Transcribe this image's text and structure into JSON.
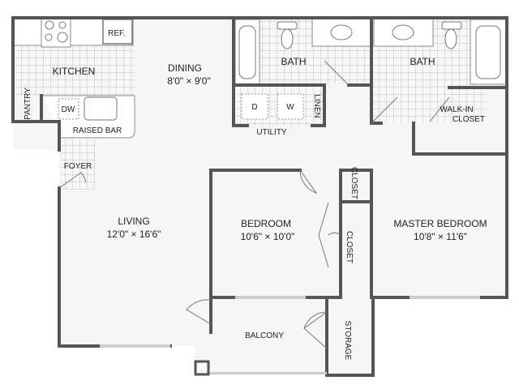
{
  "plan": {
    "rooms": [
      {
        "id": "kitchen",
        "name": "KITCHEN",
        "dims": ""
      },
      {
        "id": "dining",
        "name": "DINING",
        "dims": "8'0\" × 9'0\""
      },
      {
        "id": "living",
        "name": "LIVING",
        "dims": "12'0\" × 16'6\""
      },
      {
        "id": "bedroom",
        "name": "BEDROOM",
        "dims": "10'6\" × 10'0\""
      },
      {
        "id": "master",
        "name": "MASTER BEDROOM",
        "dims": "10'8\" × 11'6\""
      },
      {
        "id": "bath1",
        "name": "BATH",
        "dims": ""
      },
      {
        "id": "bath2",
        "name": "BATH",
        "dims": ""
      },
      {
        "id": "balcony",
        "name": "BALCONY",
        "dims": ""
      }
    ],
    "labels": {
      "ref": "REF.",
      "dw": "DW",
      "pantry": "PANTRY",
      "raised_bar": "RAISED BAR",
      "foyer": "FOYER",
      "dryer": "D",
      "washer": "W",
      "utility": "UTILITY",
      "linen": "LINEN",
      "closet_hall": "CLOSET",
      "closet_bed": "CLOSET",
      "walkin_1": "WALK-IN",
      "walkin_2": "CLOSET",
      "storage": "STORAGE"
    }
  }
}
